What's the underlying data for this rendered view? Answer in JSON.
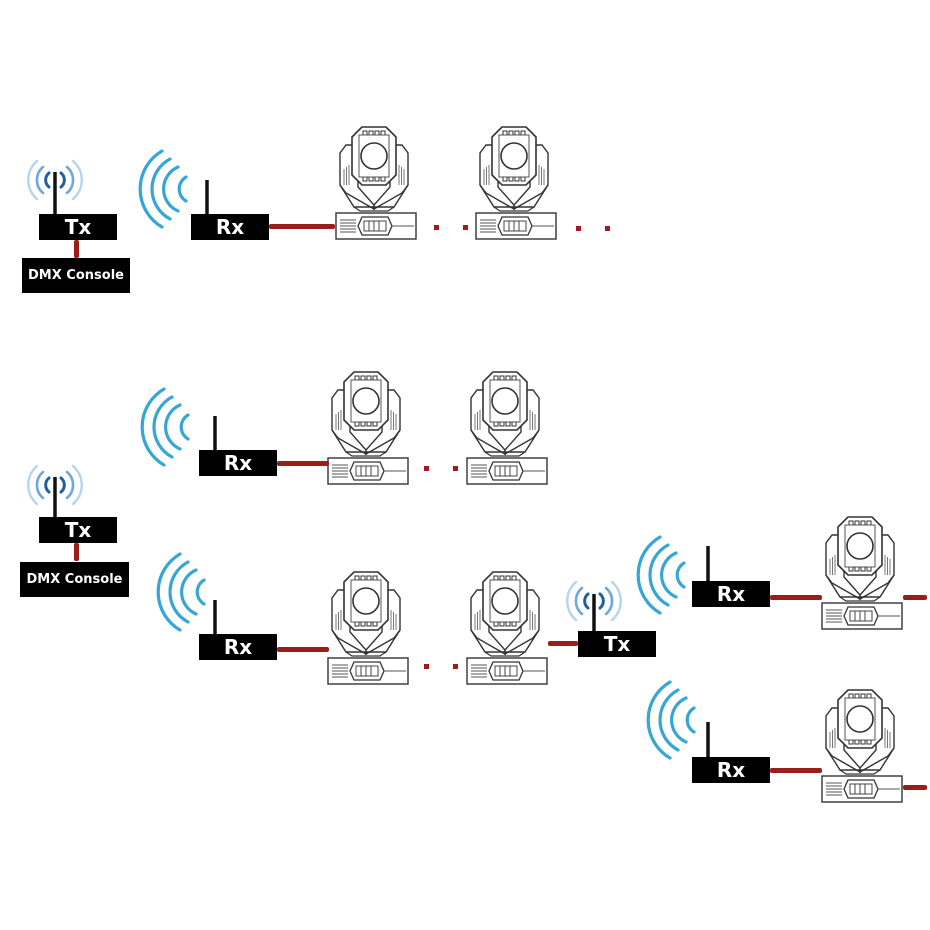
{
  "colors": {
    "box": "#000000",
    "box_text": "#ffffff",
    "cable": "#9b1c1c",
    "signal_rx": "#35a6d6",
    "signal_tx_inner": "#1f5f9e",
    "signal_tx_outer": "#a9cdef",
    "fixture_stroke": "#333333",
    "background": "#ffffff"
  },
  "diagram1": {
    "transmitter": {
      "label": "Tx",
      "icon": "broadcast-antenna-icon"
    },
    "console": {
      "label": "DMX Console"
    },
    "receiver": {
      "label": "Rx",
      "icon": "receive-waves-icon"
    },
    "fixtures": [
      "moving-head",
      "moving-head"
    ],
    "continuation": "..."
  },
  "diagram2": {
    "transmitter": {
      "label": "Tx"
    },
    "console": {
      "label": "DMX Console"
    },
    "receivers": [
      {
        "label": "Rx"
      },
      {
        "label": "Rx"
      }
    ],
    "relay_transmitter": {
      "label": "Tx"
    },
    "relay_receivers": [
      {
        "label": "Rx"
      },
      {
        "label": "Rx"
      }
    ]
  }
}
